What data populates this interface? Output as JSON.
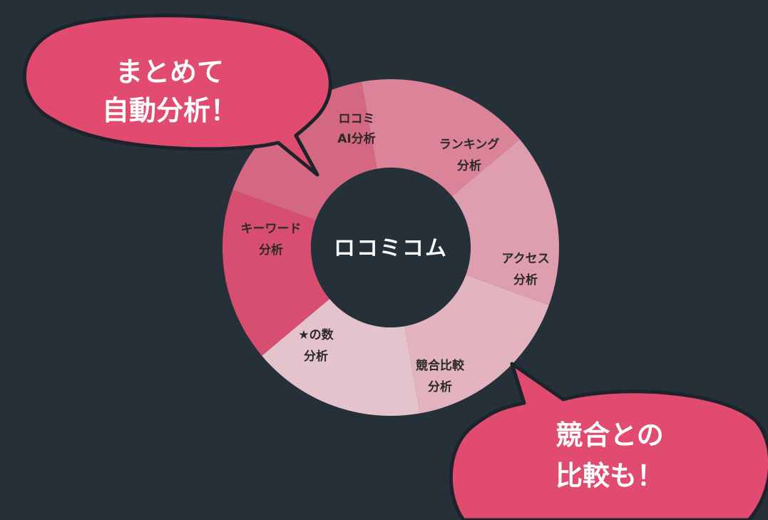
{
  "center": {
    "label": "ロコミコム"
  },
  "segments": [
    {
      "line1": "ロコミ",
      "line2": "AI分析",
      "color": "#db8398"
    },
    {
      "line1": "ランキング",
      "line2": "分析",
      "color": "#df9eae"
    },
    {
      "line1": "アクセス",
      "line2": "分析",
      "color": "#e4b3c0"
    },
    {
      "line1": "競合比較",
      "line2": "分析",
      "color": "#e5c3cc"
    },
    {
      "line1": "★の数",
      "line2": "分析",
      "color": "#d74e70"
    },
    {
      "line1": "キーワード",
      "line2": "分析",
      "color": "#d46882"
    }
  ],
  "bubbles": [
    {
      "line1": "まとめて",
      "line2": "自動分析！",
      "color": "#e14b6f"
    },
    {
      "line1": "競合との",
      "line2": "比較も！",
      "color": "#e14b6f"
    }
  ],
  "colors": {
    "background": "#263039",
    "center": "#263039",
    "outline": "#1c232a"
  }
}
